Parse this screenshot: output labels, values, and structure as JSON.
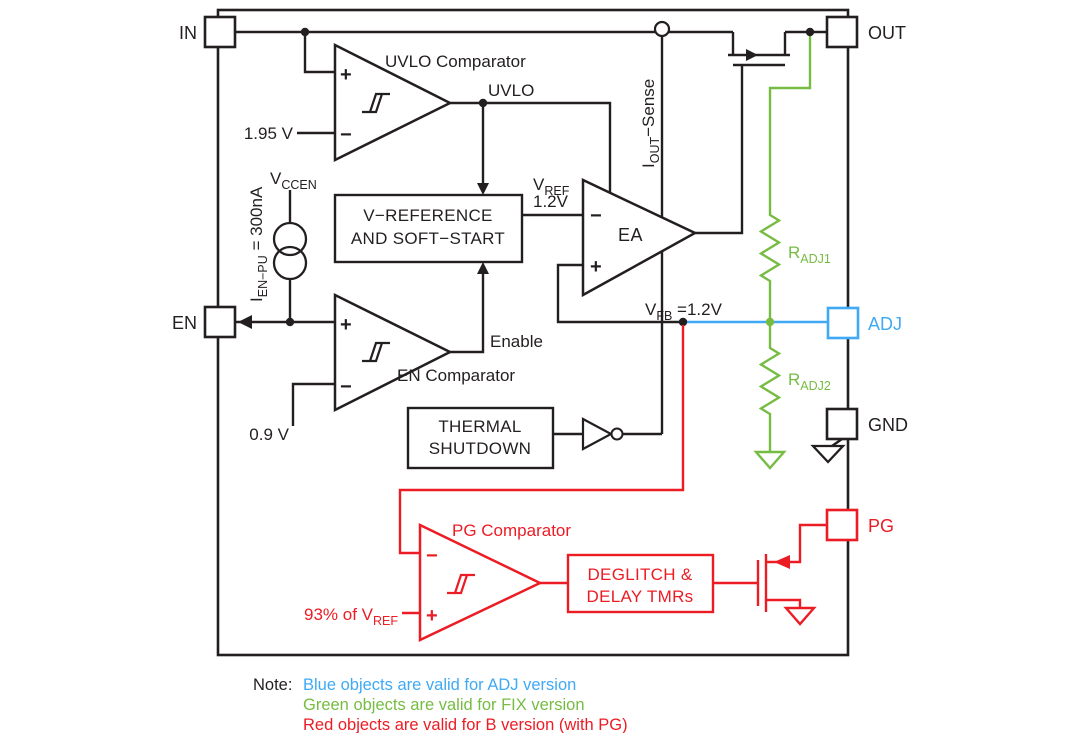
{
  "colors": {
    "ink": "#231f20",
    "blue": "#3fa9f5",
    "green": "#76bc43",
    "red": "#ec1c24"
  },
  "pins": {
    "in": "IN",
    "out": "OUT",
    "en": "EN",
    "adj": "ADJ",
    "gnd": "GND",
    "pg": "PG"
  },
  "comparators": {
    "plus": "+",
    "minus": "−",
    "uvlo_label": "UVLO Comparator",
    "uvlo_output": "UVLO",
    "uvlo_threshold": "1.95 V",
    "en_label": "EN Comparator",
    "en_output": "Enable",
    "en_threshold": "0.9 V",
    "pg_label": "PG Comparator",
    "pg_threshold_prefix": "93% of V",
    "pg_threshold_sub": "REF"
  },
  "blocks": {
    "vref_line1": "V−REFERENCE",
    "vref_line2": "AND SOFT−START",
    "thermal_line1": "THERMAL",
    "thermal_line2": "SHUTDOWN",
    "deglitch_line1": "DEGLITCH &",
    "deglitch_line2": "DELAY TMRs",
    "ea": "EA"
  },
  "signals": {
    "vref_base": "V",
    "vref_sub": "REF",
    "vref_value": "1.2V",
    "vfb_base": "V",
    "vfb_sub": "FB",
    "vfb_value": " =1.2V",
    "vccen_base": "V",
    "vccen_sub": "CCEN",
    "ien_base": "I",
    "ien_sub": "EN−PU",
    "ien_value": " = 300nA",
    "iout_base": "I",
    "iout_sub": "OUT",
    "iout_value": "−Sense",
    "radj1_base": "R",
    "radj1_sub": "ADJ1",
    "radj2_base": "R",
    "radj2_sub": "ADJ2"
  },
  "note": {
    "prefix": "Note:",
    "blue": "Blue objects are valid for ADJ version",
    "green": "Green objects are valid for FIX version",
    "red": "Red objects are valid for B version (with PG)"
  }
}
